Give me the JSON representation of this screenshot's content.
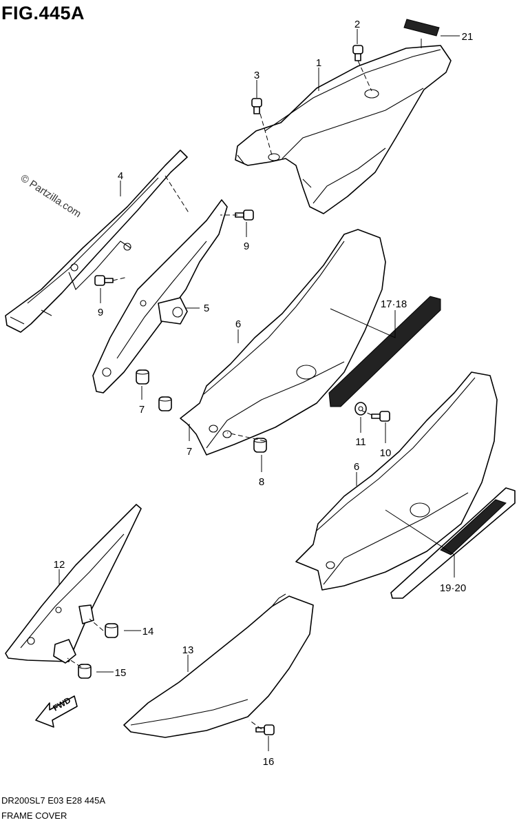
{
  "figure": {
    "title": "FIG.445A",
    "watermark": "© Partzilla.com",
    "footer_code": "DR200SL7  E03  E28  445A",
    "footer_name": "FRAME COVER",
    "fwd_label": "FWD"
  },
  "callouts": [
    {
      "id": "c1",
      "label": "1"
    },
    {
      "id": "c2",
      "label": "2"
    },
    {
      "id": "c3",
      "label": "3"
    },
    {
      "id": "c4",
      "label": "4"
    },
    {
      "id": "c5",
      "label": "5"
    },
    {
      "id": "c6a",
      "label": "6"
    },
    {
      "id": "c6b",
      "label": "6"
    },
    {
      "id": "c7a",
      "label": "7"
    },
    {
      "id": "c7b",
      "label": "7"
    },
    {
      "id": "c8",
      "label": "8"
    },
    {
      "id": "c9a",
      "label": "9"
    },
    {
      "id": "c9b",
      "label": "9"
    },
    {
      "id": "c10",
      "label": "10"
    },
    {
      "id": "c11",
      "label": "11"
    },
    {
      "id": "c12",
      "label": "12"
    },
    {
      "id": "c13",
      "label": "13"
    },
    {
      "id": "c14",
      "label": "14"
    },
    {
      "id": "c15",
      "label": "15"
    },
    {
      "id": "c16",
      "label": "16"
    },
    {
      "id": "c1718",
      "label": "17·18"
    },
    {
      "id": "c1920",
      "label": "19·20"
    },
    {
      "id": "c21",
      "label": "21"
    }
  ],
  "colors": {
    "line": "#000000",
    "background": "#ffffff"
  }
}
